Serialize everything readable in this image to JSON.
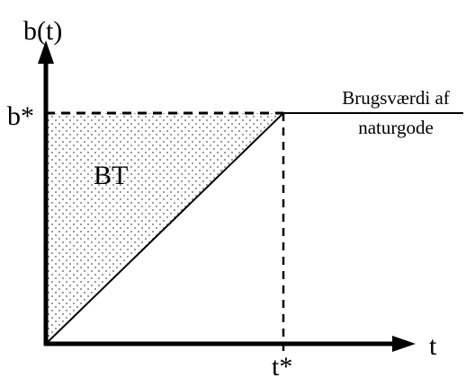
{
  "chart_data": {
    "type": "line",
    "title": "",
    "ylabel": "b(t)",
    "xlabel": "t",
    "y_tick_label": "b*",
    "x_tick_label": "t*",
    "area_label": "BT",
    "curve_annotation": [
      "Brugsværdi af",
      "naturgode"
    ],
    "series": [
      {
        "x": [
          0,
          1,
          2
        ],
        "values": [
          0,
          1,
          1
        ]
      }
    ],
    "reference_lines": [
      {
        "orientation": "horizontal",
        "at": 1,
        "style": "dashed"
      },
      {
        "orientation": "vertical",
        "at": 1,
        "style": "dashed"
      }
    ],
    "shaded_region": {
      "description_label": "BT",
      "pattern": "dotted"
    },
    "xlim": [
      0,
      1.55
    ],
    "ylim": [
      0,
      1.3
    ],
    "grid": false,
    "colors": {
      "ink": "#000000",
      "background": "#ffffff"
    }
  }
}
